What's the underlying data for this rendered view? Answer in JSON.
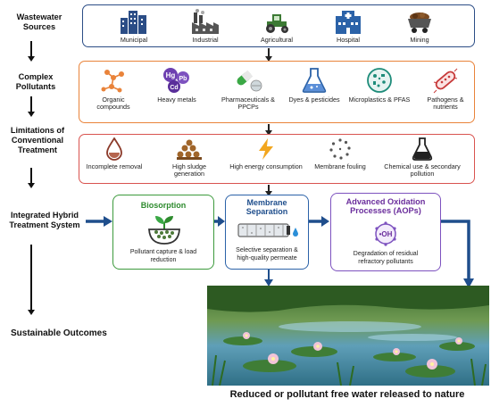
{
  "stages": {
    "sources": "Wastewater Sources",
    "pollutants": "Complex Pollutants",
    "limitations": "Limitations of Conventional Treatment",
    "integrated": "Integrated Hybrid Treatment System",
    "outcomes": "Sustainable Outcomes"
  },
  "sources": [
    {
      "label": "Municipal",
      "icon": "city-buildings-icon"
    },
    {
      "label": "Industrial",
      "icon": "factory-icon"
    },
    {
      "label": "Agricultural",
      "icon": "tractor-icon"
    },
    {
      "label": "Hospital",
      "icon": "hospital-icon"
    },
    {
      "label": "Mining",
      "icon": "mine-cart-icon"
    }
  ],
  "pollutants": [
    {
      "label": "Organic compounds",
      "icon": "molecule-icon"
    },
    {
      "label": "Heavy metals",
      "icon": "metal-ions-icon",
      "ions": [
        "Hg",
        "Pb",
        "Cd"
      ]
    },
    {
      "label": "Pharmaceuticals & PPCPs",
      "icon": "pills-icon"
    },
    {
      "label": "Dyes & pesticides",
      "icon": "flask-icon"
    },
    {
      "label": "Microplastics & PFAS",
      "icon": "microplastics-icon"
    },
    {
      "label": "Pathogens & nutrients",
      "icon": "bacteria-icon"
    }
  ],
  "limitations": [
    {
      "label": "Incomplete removal",
      "icon": "droplet-icon"
    },
    {
      "label": "High sludge generation",
      "icon": "sludge-pile-icon"
    },
    {
      "label": "High energy consumption",
      "icon": "lightning-icon"
    },
    {
      "label": "Membrane fouling",
      "icon": "fouling-ring-icon"
    },
    {
      "label": "Chemical use & secondary pollution",
      "icon": "chemical-flask-icon"
    }
  ],
  "treatments": [
    {
      "title": "Biosorption",
      "desc": "Pollutant capture & load reduction",
      "color": "#2e8b2e",
      "icon": "plant-bowl-icon"
    },
    {
      "title": "Membrane Separation",
      "desc": "Selective separation & high-quality permeate",
      "color": "#1f4e8c",
      "icon": "membrane-module-icon"
    },
    {
      "title": "Advanced Oxidation Processes (AOPs)",
      "desc": "Degradation of residual refractory pollutants",
      "color": "#6a2d9c",
      "icon": "hydroxyl-radical-icon",
      "radical": "•OH"
    }
  ],
  "outcome_caption": "Reduced or pollutant free water released to nature",
  "colors": {
    "sources_border": "#2b4d86",
    "pollutants_border": "#e9833a",
    "limitations_border": "#d9534f",
    "flow_arrow": "#1f4e8c"
  }
}
